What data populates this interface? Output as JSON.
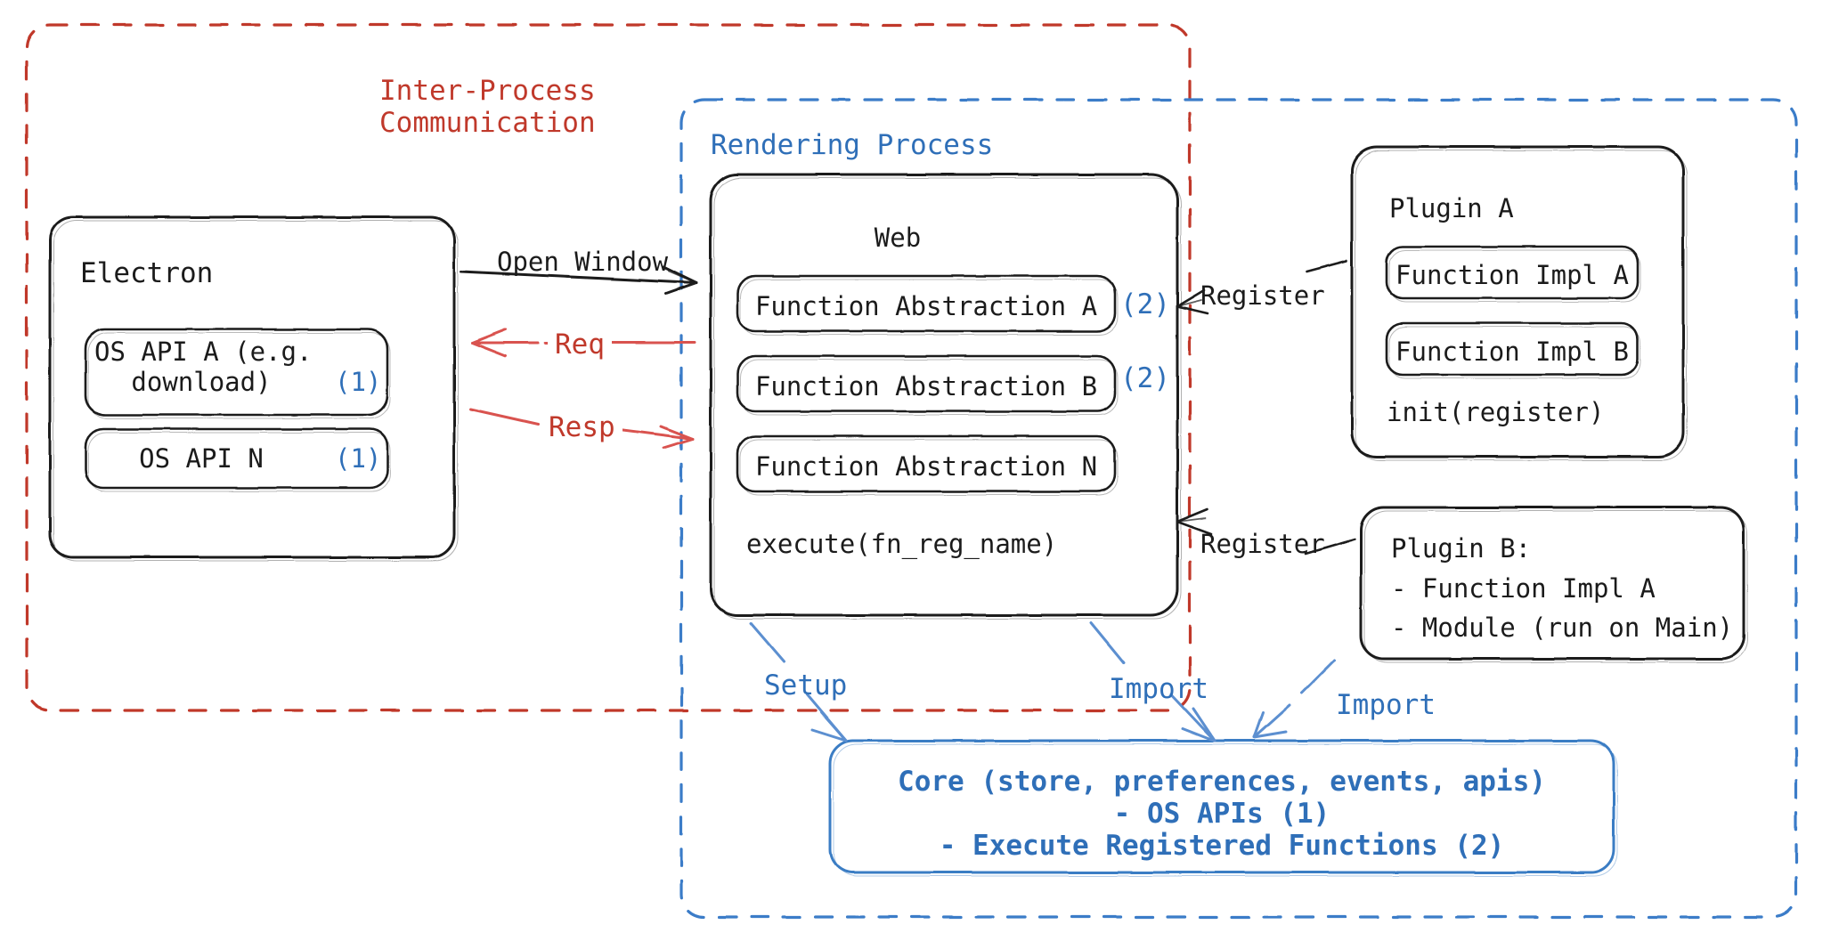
{
  "diagram": {
    "title": "Electron plugin architecture: IPC, rendering process, plugins and core",
    "colors": {
      "ipc_red": "#c0392b",
      "render_blue": "#2f6fb8",
      "box_stroke": "#1b1b1b",
      "core_blue": "#3b7dc4",
      "background": "#ffffff"
    },
    "regions": {
      "ipc": {
        "label": "Inter-Process\nCommunication",
        "line1": "Inter-Process",
        "line2": "Communication",
        "style": "dashed",
        "color": "#c0392b"
      },
      "rendering": {
        "label": "Rendering Process",
        "style": "dashed",
        "color": "#2f6fb8"
      }
    },
    "boxes": {
      "electron": {
        "title": "Electron",
        "items": [
          {
            "label": "OS API A (e.g.\ndownload)",
            "line1": "OS API A (e.g.",
            "line2": "download)",
            "marker": "(1)"
          },
          {
            "label": "OS API N",
            "marker": "(1)"
          }
        ]
      },
      "web": {
        "title": "Web",
        "items": [
          {
            "label": "Function Abstraction A",
            "marker": "(2)"
          },
          {
            "label": "Function Abstraction B",
            "marker": "(2)"
          },
          {
            "label": "Function Abstraction N",
            "marker": ""
          }
        ],
        "footer": "execute(fn_reg_name)"
      },
      "plugin_a": {
        "title": "Plugin A",
        "items": [
          {
            "label": "Function Impl A"
          },
          {
            "label": "Function Impl B"
          }
        ],
        "footer": "init(register)"
      },
      "plugin_b": {
        "title": "Plugin B:",
        "lines": [
          "- Function Impl A",
          "- Module (run on Main)"
        ]
      },
      "core": {
        "lines": [
          "Core (store, preferences, events, apis)",
          "- OS APIs (1)",
          "- Execute Registered Functions (2)"
        ]
      }
    },
    "arrows": [
      {
        "name": "open-window",
        "label": "Open Window",
        "color": "#1b1b1b",
        "from": "electron",
        "to": "web"
      },
      {
        "name": "req",
        "label": "Req",
        "color": "#c0392b",
        "from": "web",
        "to": "electron"
      },
      {
        "name": "resp",
        "label": "Resp",
        "color": "#c0392b",
        "from": "electron",
        "to": "web"
      },
      {
        "name": "register-plugin-a",
        "label": "Register",
        "color": "#1b1b1b",
        "from": "plugin_a",
        "to": "web"
      },
      {
        "name": "register-plugin-b",
        "label": "Register",
        "color": "#1b1b1b",
        "from": "plugin_b",
        "to": "web"
      },
      {
        "name": "setup",
        "label": "Setup",
        "color": "#2f6fb8",
        "from": "web",
        "to": "core"
      },
      {
        "name": "import-web",
        "label": "Import",
        "color": "#2f6fb8",
        "from": "web",
        "to": "core"
      },
      {
        "name": "import-plugin-b",
        "label": "Import",
        "color": "#2f6fb8",
        "from": "plugin_b",
        "to": "core"
      }
    ]
  }
}
